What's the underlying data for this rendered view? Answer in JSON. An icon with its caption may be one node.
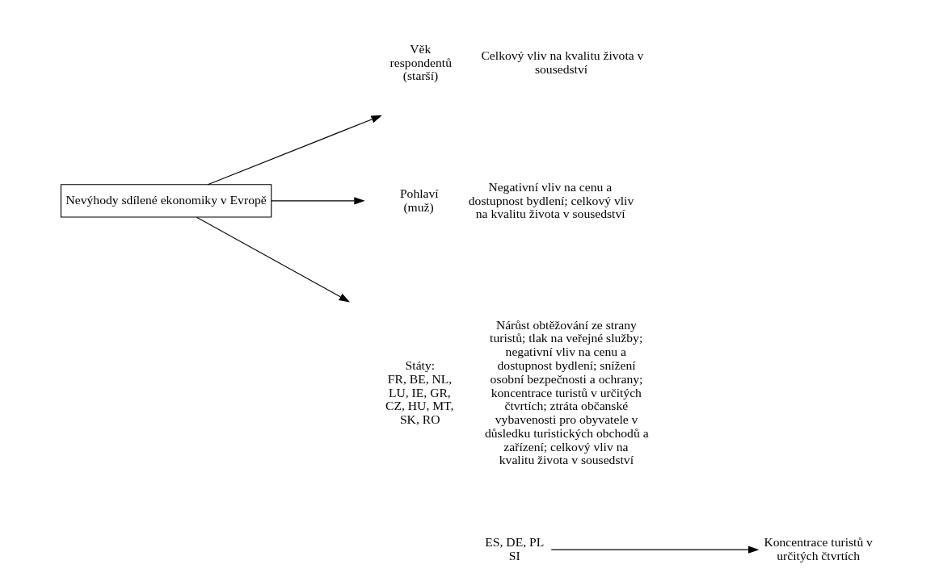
{
  "diagram": {
    "nodes": [
      {
        "text": [
          "Nevýhody sdílené ekonomiky v Evropě"
        ]
      },
      {
        "text": [
          "Věk respondentů (starší)"
        ],
        "beside": [
          "Celkový vliv na kvalitu života v sousedství"
        ]
      },
      {
        "text": [
          "Pohlaví (muž)"
        ],
        "beside": [
          "Negativní vliv na cenu a dostupnost bydlení; celkový vliv na kvalitu života v sousedství"
        ]
      },
      {
        "text": [
          "Státy:",
          "FR, BE, NL, LU, IE, GR, CZ, HU, MT, SK, RO"
        ],
        "beside": [
          "Nárůst obtěžování ze strany turistů; tlak na veřejné služby; negativní vliv na cenu a dostupnost bydlení; snížení osobní bezpečnosti a ochrany; koncentrace turistů v určitých čtvrtích; ztráta občanské vybavenosti pro obyvatele v důsledku turistických obchodů a zařízení; celkový vliv na kvalitu života v sousedství"
        ]
      },
      {
        "text": [
          "ES, DE, PL SI"
        ]
      },
      {
        "text": [
          "Koncentrace turistů v určitých čtvrtích"
        ]
      }
    ],
    "edges": [
      {
        "from": 0,
        "to": 1,
        "arrow": "to"
      },
      {
        "from": 0,
        "to": 2,
        "arrow": "to"
      },
      {
        "from": 0,
        "to": 3,
        "arrow": "to"
      },
      {
        "from": 4,
        "to": 5,
        "arrow": "to"
      }
    ]
  }
}
